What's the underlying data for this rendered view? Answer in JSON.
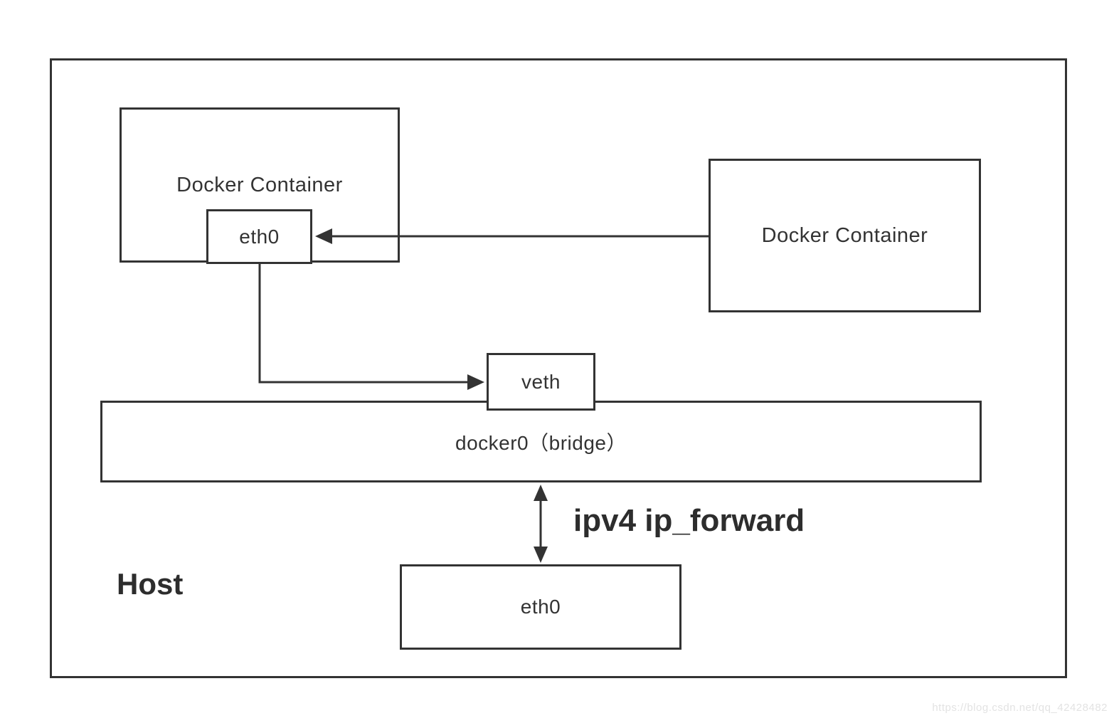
{
  "diagram": {
    "host": {
      "label": "Host"
    },
    "container_left": {
      "label": "Docker Container",
      "eth0_label": "eth0"
    },
    "container_right": {
      "label": "Docker Container"
    },
    "veth": {
      "label": "veth"
    },
    "bridge": {
      "label": "docker0（bridge）"
    },
    "host_eth0": {
      "label": "eth0"
    },
    "ip_forward": {
      "label": "ipv4 ip_forward"
    },
    "colors": {
      "line": "#333333",
      "text": "#2d2d2d"
    }
  },
  "watermark": {
    "text": "https://blog.csdn.net/qq_42428482",
    "color": "#e3e3e3"
  }
}
